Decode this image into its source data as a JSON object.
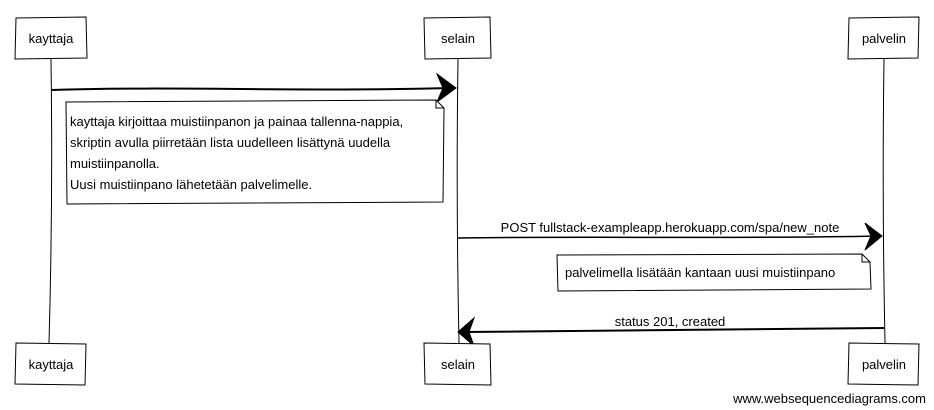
{
  "participants": [
    {
      "id": "kayttaja",
      "label": "kayttaja"
    },
    {
      "id": "selain",
      "label": "selain"
    },
    {
      "id": "palvelin",
      "label": "palvelin"
    }
  ],
  "messages": [
    {
      "from": "kayttaja",
      "to": "selain",
      "label": ""
    },
    {
      "from": "selain",
      "to": "palvelin",
      "label": "POST fullstack-exampleapp.herokuapp.com/spa/new_note"
    },
    {
      "from": "palvelin",
      "to": "selain",
      "label": "status 201, created"
    }
  ],
  "notes": [
    {
      "lines": [
        "kayttaja kirjoittaa muistiinpanon ja painaa tallenna-nappia,",
        "skriptin avulla piirretään lista uudelleen lisättynä uudella",
        "muistiinpanolla.",
        "Uusi muistiinpano lähetetään palvelimelle."
      ]
    },
    {
      "lines": [
        "palvelimella lisätään kantaan uusi muistiinpano"
      ]
    }
  ],
  "watermark": "www.websequencediagrams.com",
  "colors": {
    "stroke": "#000000",
    "fill": "#ffffff",
    "text": "#000000"
  }
}
